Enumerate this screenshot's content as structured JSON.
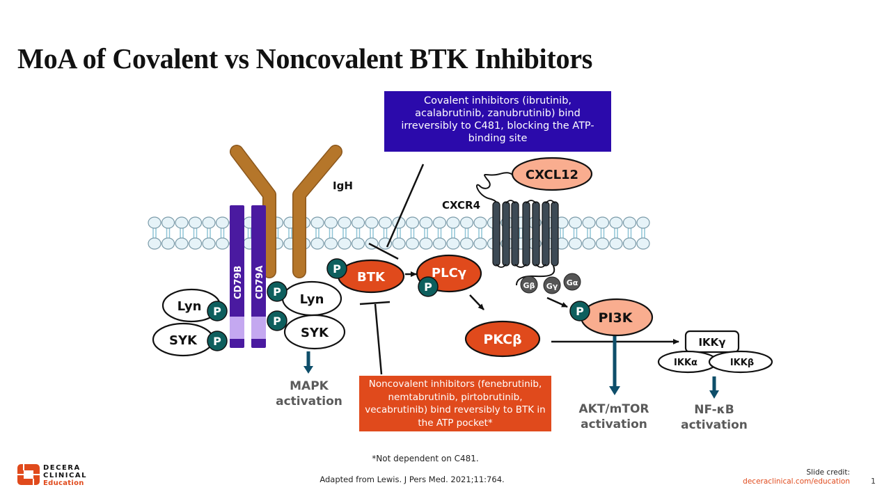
{
  "slide": {
    "title": "MoA of Covalent vs Noncovalent BTK Inhibitors",
    "page_number": "1"
  },
  "callouts": {
    "covalent": "Covalent inhibitors (ibrutinib, acalabrutinib, zanubrutinib) bind irreversibly to C481, blocking the ATP-binding site",
    "noncovalent": "Noncovalent inhibitors (fenebrutinib, nemtabrutinib, pirtobrutinib, vecabrutinib) bind reversibly to BTK in the ATP pocket*"
  },
  "diagram": {
    "receptor_labels": {
      "igh": "IgH",
      "cd79b": "CD79B",
      "cd79a": "CD79A",
      "cxcr4": "CXCR4",
      "cxcl12": "CXCL12"
    },
    "nodes": {
      "lyn_left": "Lyn",
      "syk_left": "SYK",
      "lyn_right": "Lyn",
      "syk_right": "SYK",
      "btk": "BTK",
      "plcg": "PLCγ",
      "pkcb": "PKCβ",
      "pi3k": "PI3K",
      "g_beta": "Gβ",
      "g_gamma": "Gγ",
      "g_alpha": "Gα",
      "ikk_gamma": "IKKγ",
      "ikk_alpha": "IKKα",
      "ikk_beta": "IKKβ",
      "phospho": "P"
    },
    "outcomes": {
      "mapk_line1": "MAPK",
      "mapk_line2": "activation",
      "akt_line1": "AKT/mTOR",
      "akt_line2": "activation",
      "nfkb_line1": "NF-κB",
      "nfkb_line2": "activation"
    },
    "colors": {
      "covalent_box": "#2b0aab",
      "noncovalent_box": "#e04a1c",
      "btk_fill": "#e04a1c",
      "pi3k_fill": "#f9ad8f",
      "phospho_fill": "#0e5f5e",
      "cd79": "#4a1aa0",
      "cd79_light": "#c4a8f0",
      "igh": "#b5762a",
      "cxcr4": "#3d4a55",
      "membrane": "#d9eef5",
      "arrow_blue": "#0e4e6a",
      "outcome_text": "#5a5a5a"
    }
  },
  "footer": {
    "footnote": "*Not dependent on C481.",
    "reference": "Adapted from Lewis. J Pers Med. 2021;11:764.",
    "logo_line1": "DECERA",
    "logo_line2": "CLINICAL",
    "logo_line3": "Education",
    "credit_label": "Slide credit:",
    "credit_url": "deceraclinical.com/education"
  }
}
